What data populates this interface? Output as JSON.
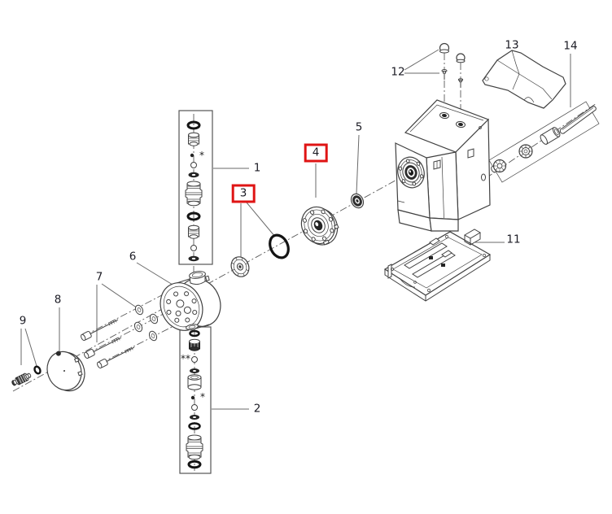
{
  "diagram": {
    "background_color": "#ffffff",
    "line_color": "#404040",
    "highlight_color": "#df1414",
    "labels": [
      {
        "id": "1",
        "text": "1",
        "highlighted": false
      },
      {
        "id": "2",
        "text": "2",
        "highlighted": false
      },
      {
        "id": "3",
        "text": "3",
        "highlighted": true
      },
      {
        "id": "4",
        "text": "4",
        "highlighted": true
      },
      {
        "id": "5",
        "text": "5",
        "highlighted": false
      },
      {
        "id": "6",
        "text": "6",
        "highlighted": false
      },
      {
        "id": "7",
        "text": "7",
        "highlighted": false
      },
      {
        "id": "8",
        "text": "8",
        "highlighted": false
      },
      {
        "id": "9",
        "text": "9",
        "highlighted": false
      },
      {
        "id": "11",
        "text": "11",
        "highlighted": false
      },
      {
        "id": "12",
        "text": "12",
        "highlighted": false
      },
      {
        "id": "13",
        "text": "13",
        "highlighted": false
      },
      {
        "id": "14",
        "text": "14",
        "highlighted": false
      }
    ],
    "markers": [
      {
        "text": "*"
      },
      {
        "text": "**"
      },
      {
        "text": "*"
      }
    ]
  }
}
